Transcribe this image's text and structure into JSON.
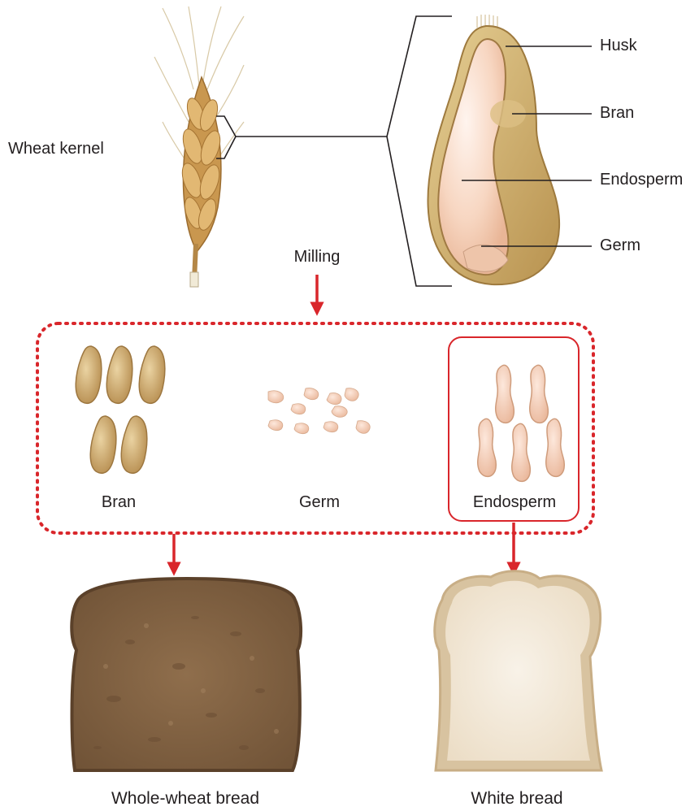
{
  "wheat": {
    "kernel_label": "Wheat kernel",
    "parts": {
      "husk": "Husk",
      "bran": "Bran",
      "endosperm": "Endosperm",
      "germ": "Germ"
    }
  },
  "process": {
    "milling_label": "Milling"
  },
  "components": {
    "bran": "Bran",
    "germ": "Germ",
    "endosperm": "Endosperm"
  },
  "products": {
    "whole_wheat": "Whole-wheat bread",
    "white": "White bread"
  },
  "colors": {
    "arrow_red": "#d9262b",
    "bran_tan": "#c9a36a",
    "endosperm_peach": "#f2c2a4",
    "whole_wheat_crumb": "#8a6a49",
    "white_crumb": "#f3ece1"
  }
}
